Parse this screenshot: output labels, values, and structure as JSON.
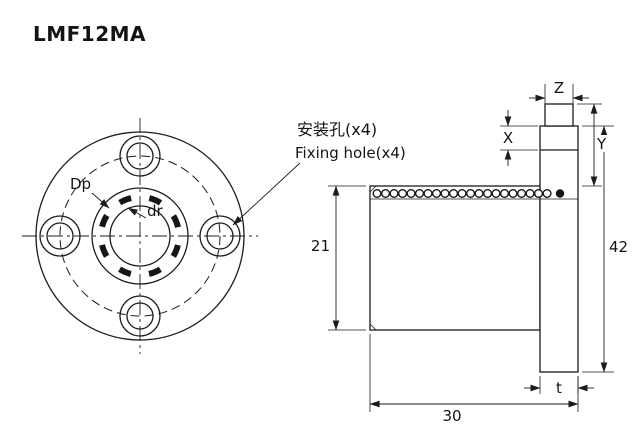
{
  "title": "LMF12MA",
  "front_view": {
    "pitch_label": "Dp",
    "bore_label": "dr",
    "hole_note_cn": "安装孔(x4)",
    "hole_note_en": "Fixing hole(x4)"
  },
  "side_view": {
    "dims": {
      "groove_width": "Z",
      "groove_offset": "X",
      "flange_step": "Y",
      "body_od": "21",
      "flange_od": "42",
      "length": "30",
      "flange_thickness": "t"
    }
  },
  "colors": {
    "line": "#1c1c1c",
    "background": "#ffffff",
    "text": "#141414"
  }
}
